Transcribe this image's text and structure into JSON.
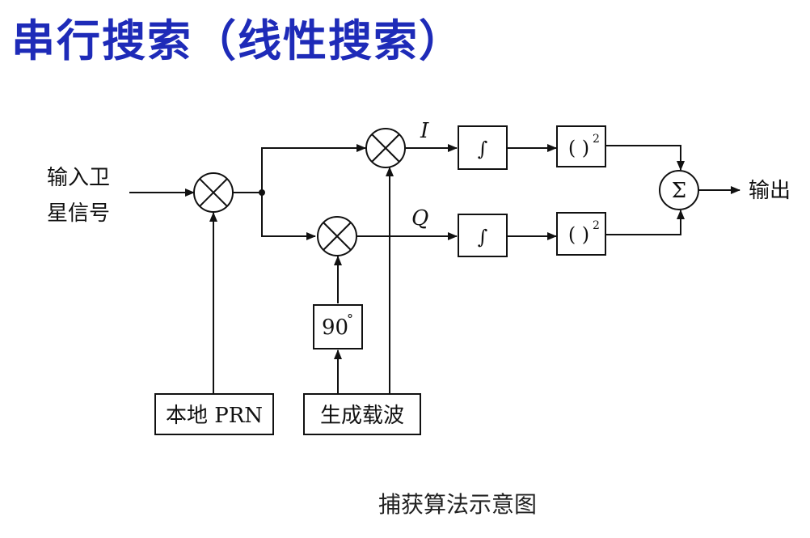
{
  "title": "串行搜索（线性搜索）",
  "input_label_line1": "输入卫",
  "input_label_line2": "星信号",
  "output_label": "输出",
  "branch_i": "I",
  "branch_q": "Q",
  "integrator_symbol": "∫",
  "square_base": "( )",
  "square_exp": "2",
  "sum_symbol": "Σ",
  "phase_shift_value": "90",
  "phase_shift_unit": "°",
  "local_prn": "本地 PRN",
  "carrier_gen": "生成载波",
  "caption": "捕获算法示意图"
}
